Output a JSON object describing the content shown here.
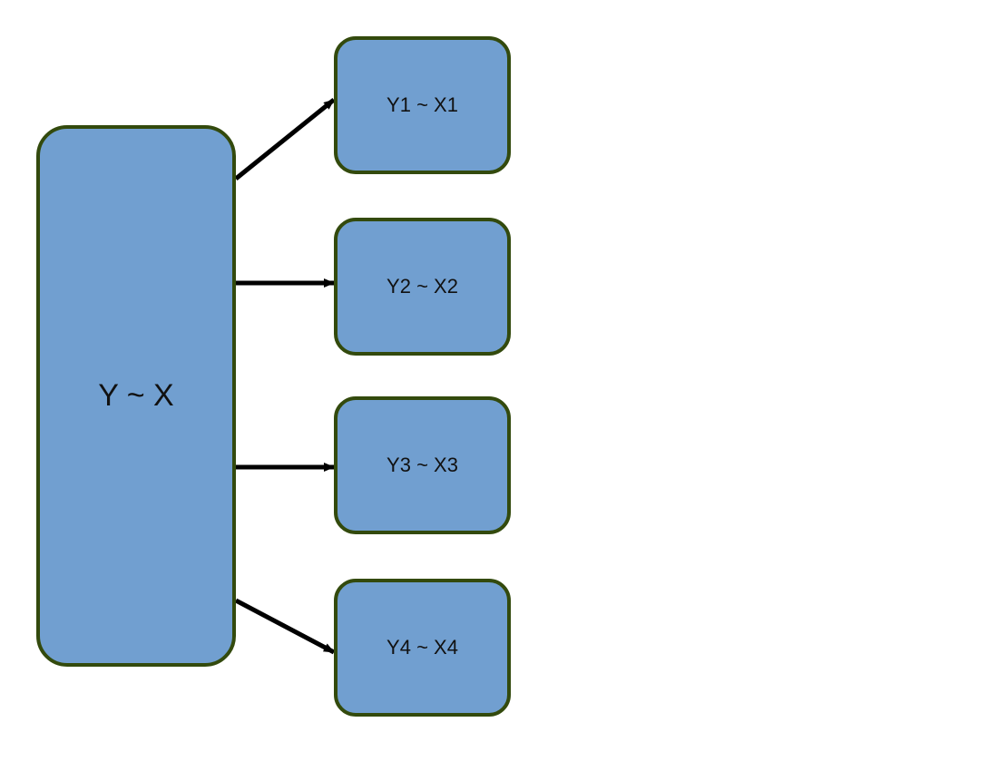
{
  "diagram": {
    "colors": {
      "box_fill": "#719fd0",
      "box_border": "#334a0d",
      "arrow": "#000000",
      "background": "#ffffff"
    },
    "main_node": {
      "label": "Y ~ X"
    },
    "child_nodes": [
      {
        "label": "Y1 ~ X1"
      },
      {
        "label": "Y2 ~ X2"
      },
      {
        "label": "Y3 ~ X3"
      },
      {
        "label": "Y4 ~ X4"
      }
    ],
    "edges": [
      {
        "from": "Y ~ X",
        "to": "Y1 ~ X1"
      },
      {
        "from": "Y ~ X",
        "to": "Y2 ~ X2"
      },
      {
        "from": "Y ~ X",
        "to": "Y3 ~ X3"
      },
      {
        "from": "Y ~ X",
        "to": "Y4 ~ X4"
      }
    ]
  }
}
